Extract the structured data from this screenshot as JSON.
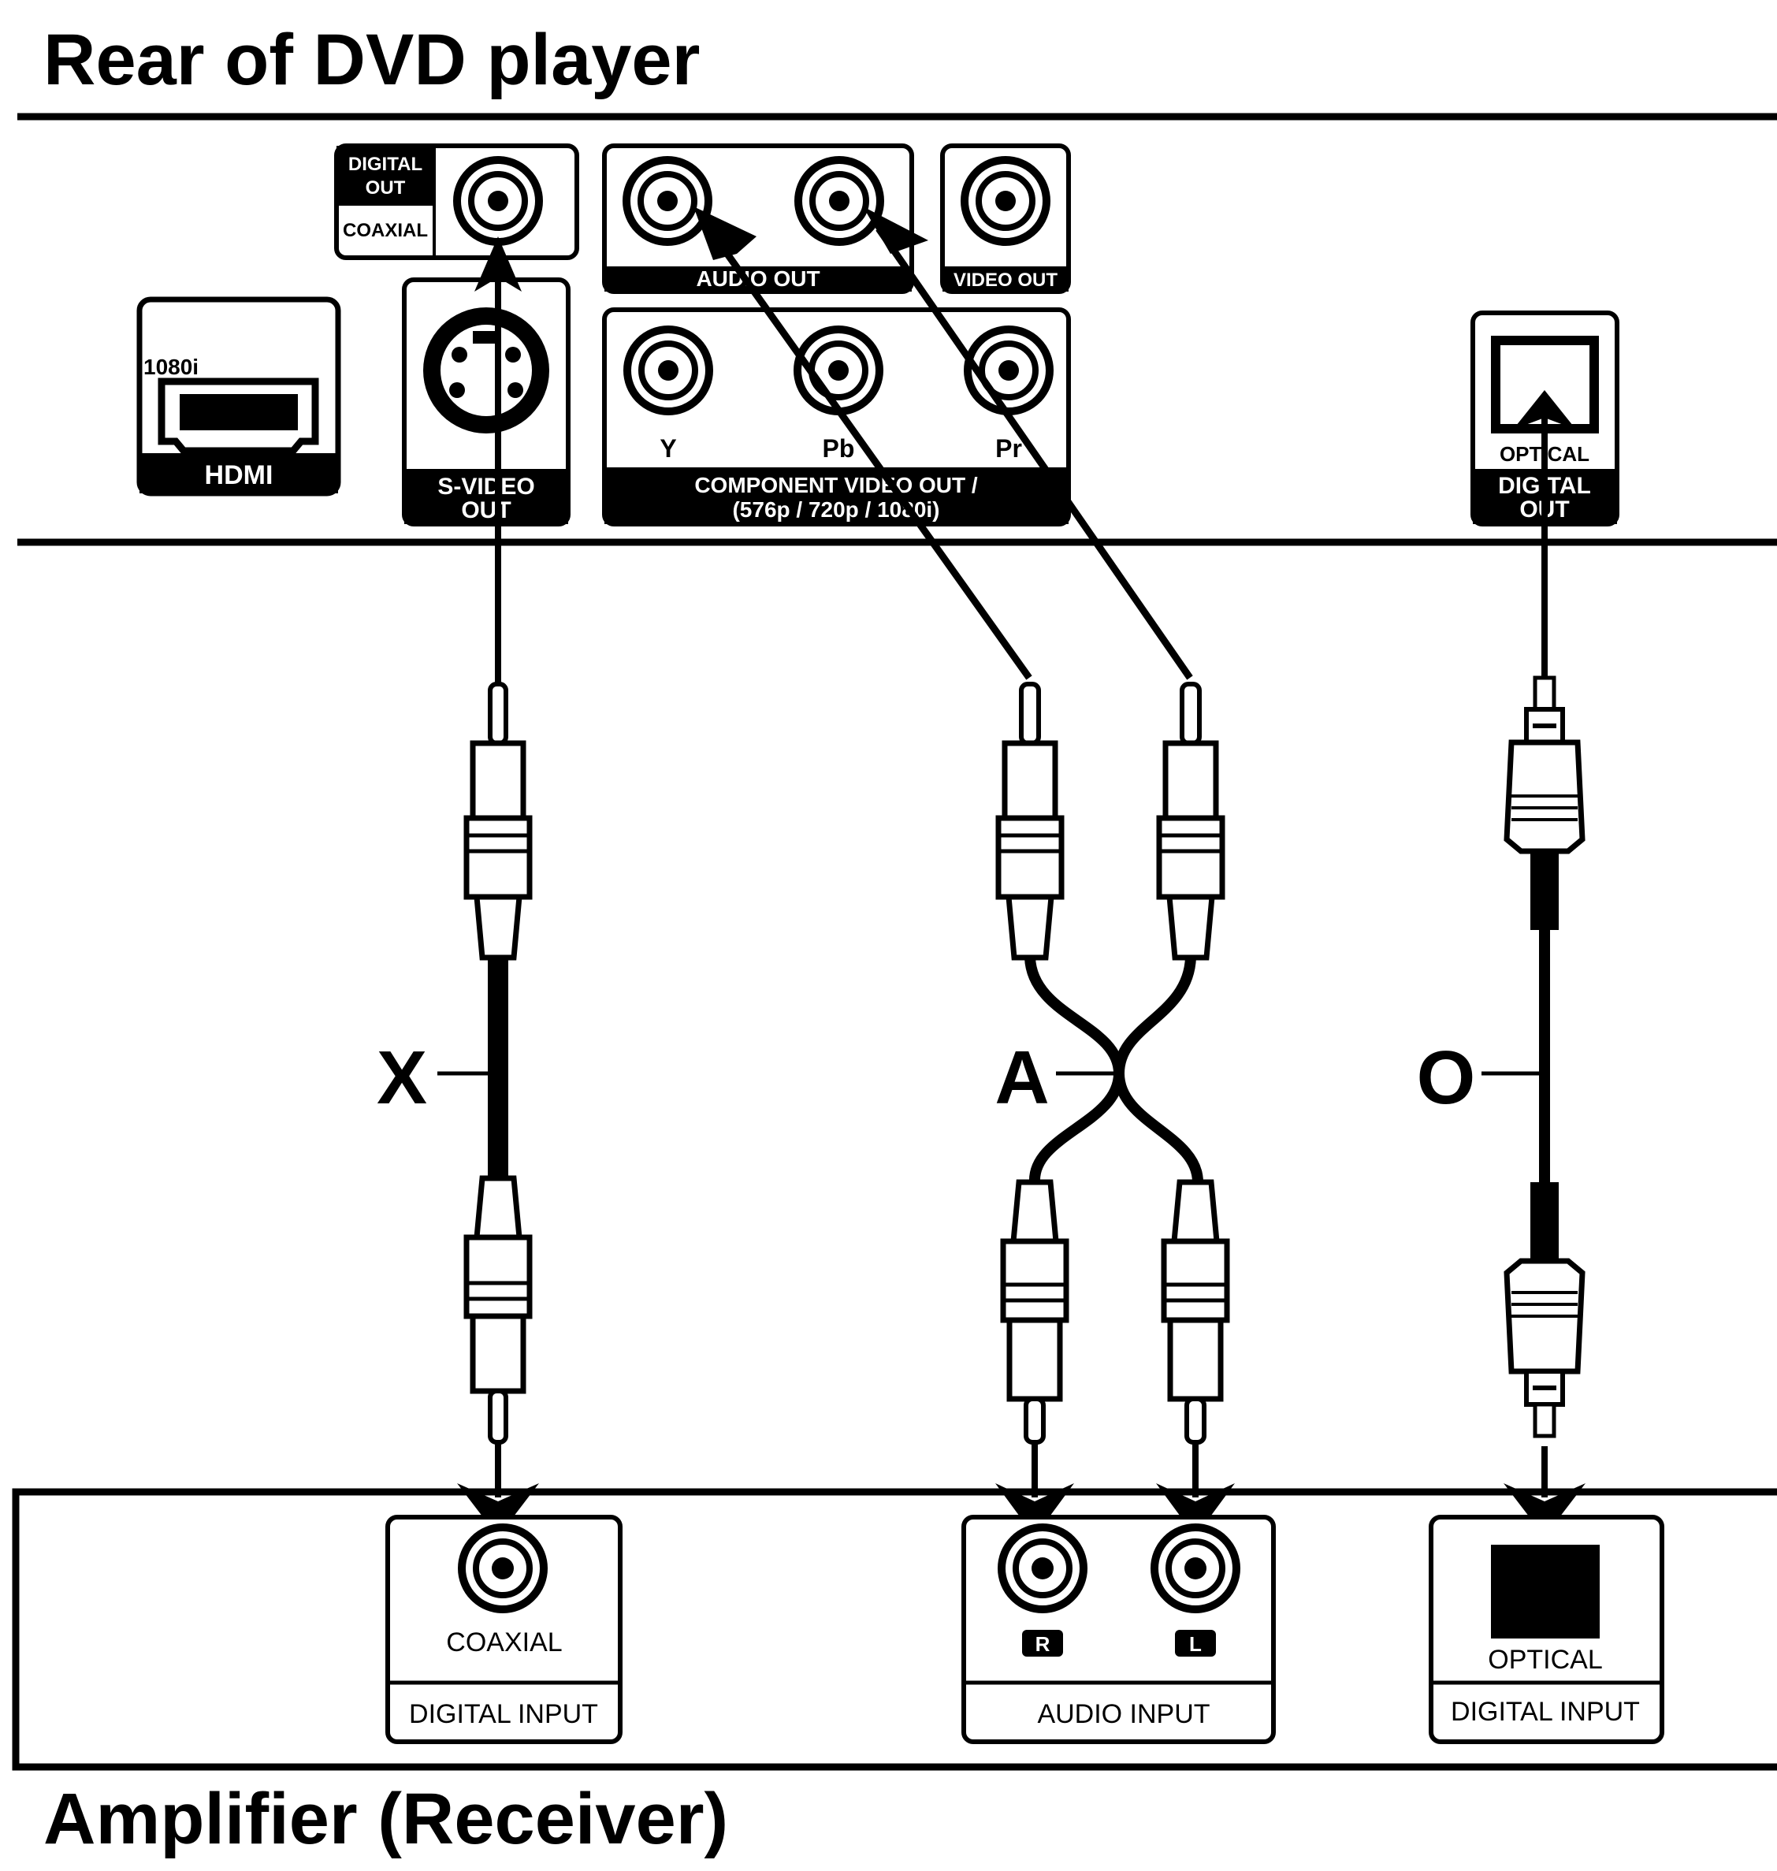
{
  "titles": {
    "top": "Rear of DVD player",
    "bottom": "Amplifier (Receiver)"
  },
  "dvd_panel": {
    "hdmi_resolution": "1080i",
    "hdmi_label": "HDMI",
    "digital_out_line1": "DIGITAL",
    "digital_out_line2": "OUT",
    "coaxial_label": "COAXIAL",
    "svideo_line1": "S-VIDEO",
    "svideo_line2": "OUT",
    "audio_out_label": "AUDIO OUT",
    "video_out_label": "VIDEO OUT",
    "component_y": "Y",
    "component_pb": "Pb",
    "component_pr": "Pr",
    "component_line1": "COMPONENT VIDEO OUT /",
    "component_line2": "(576p / 720p / 1080i)",
    "optical_label": "OPTICAL",
    "optical_digital_line1": "DIGITAL",
    "optical_digital_line2": "OUT"
  },
  "cables": {
    "coaxial": "X",
    "audio": "A",
    "optical": "O"
  },
  "amplifier": {
    "coaxial_label": "COAXIAL",
    "coaxial_section": "DIGITAL INPUT",
    "audio_r": "R",
    "audio_l": "L",
    "audio_section": "AUDIO INPUT",
    "optical_label": "OPTICAL",
    "optical_section": "DIGITAL INPUT"
  },
  "colors": {
    "ink": "#000000",
    "paper": "#ffffff"
  }
}
